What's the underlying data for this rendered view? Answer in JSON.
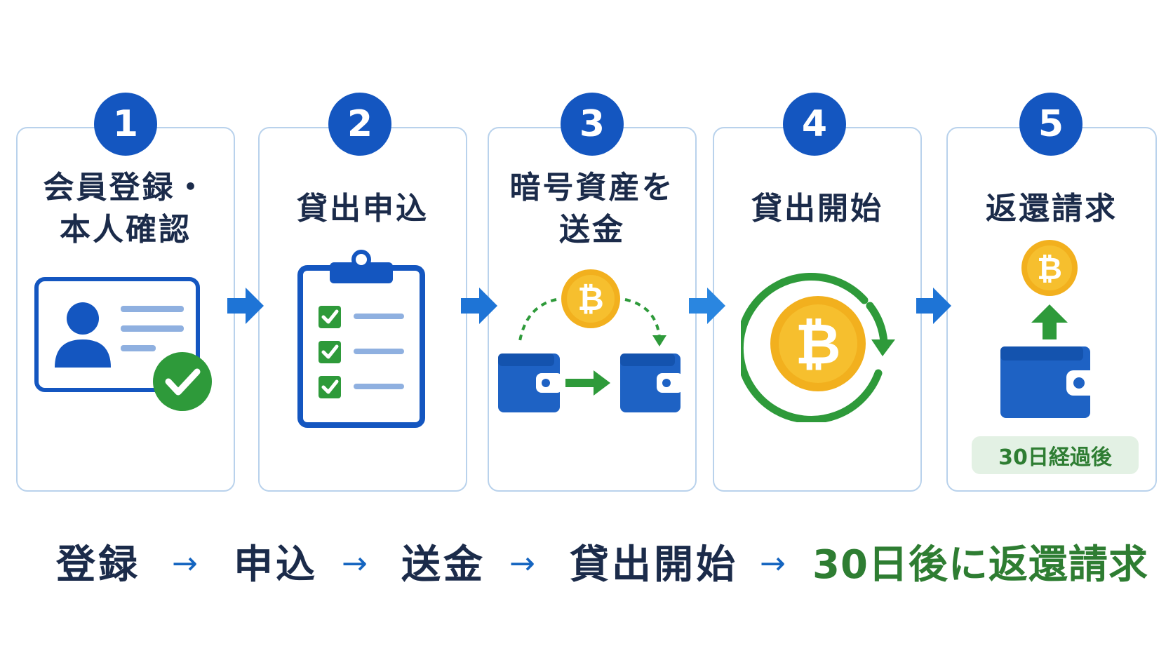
{
  "steps": [
    {
      "number": "1",
      "title_lines": [
        "会員登録・",
        "本人確認"
      ],
      "icon": "id-card-check-icon"
    },
    {
      "number": "2",
      "title_lines": [
        "貸出申込"
      ],
      "icon": "clipboard-checklist-icon"
    },
    {
      "number": "3",
      "title_lines": [
        "暗号資産を",
        "送金"
      ],
      "icon": "wallet-transfer-bitcoin-icon"
    },
    {
      "number": "4",
      "title_lines": [
        "貸出開始"
      ],
      "icon": "bitcoin-cycle-icon"
    },
    {
      "number": "5",
      "title_lines": [
        "返還請求"
      ],
      "icon": "wallet-bitcoin-return-icon",
      "note": "30日経過後"
    }
  ],
  "summary": {
    "items": [
      "登録",
      "申込",
      "送金",
      "貸出開始",
      "30日後に返還請求"
    ],
    "arrow": "→"
  },
  "colors": {
    "primary_blue": "#1456c0",
    "card_border": "#b9d2ec",
    "green": "#2e7d32",
    "bitcoin_orange": "#f2b01e",
    "text_dark": "#1b2b4a"
  }
}
